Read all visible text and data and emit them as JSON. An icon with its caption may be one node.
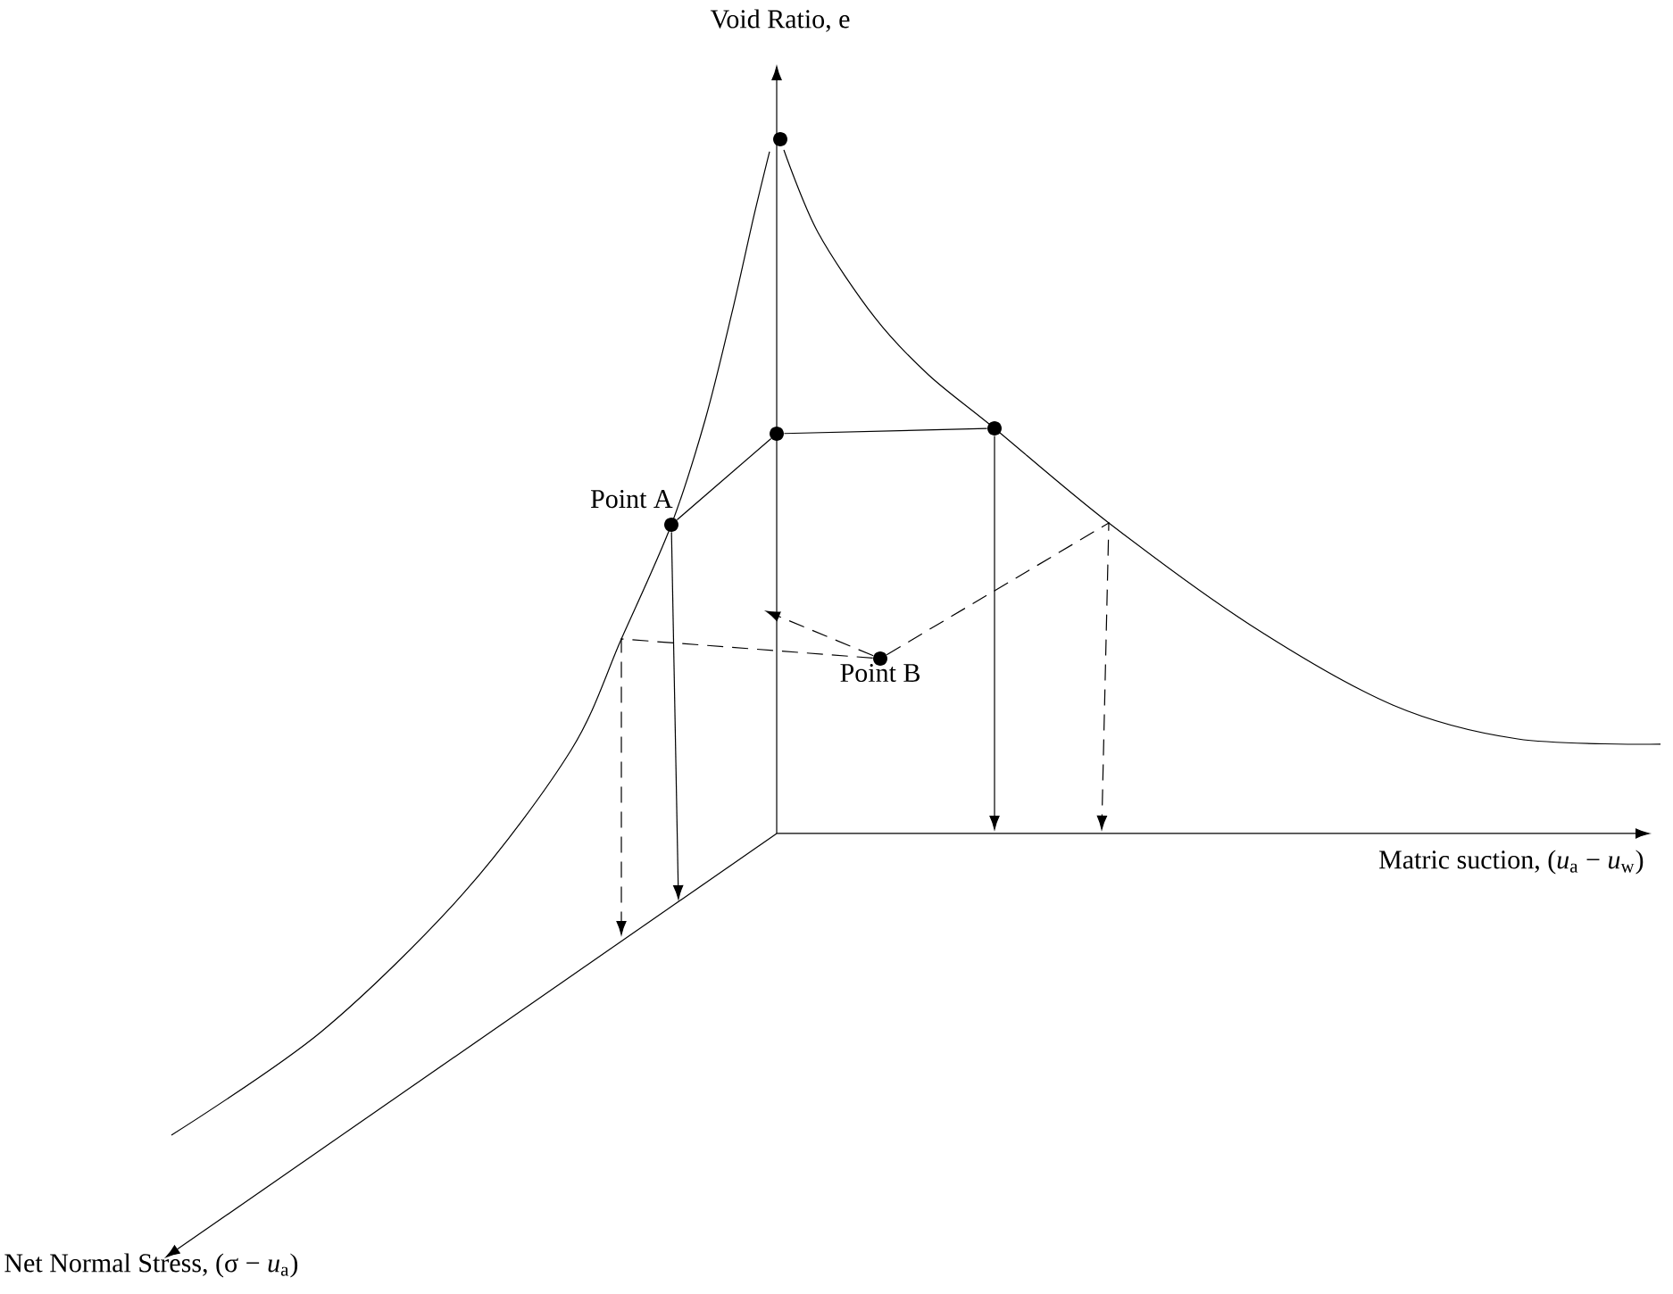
{
  "diagram": {
    "nodes": [
      {
        "text": [],
        "shape": "circle"
      },
      {
        "text": [],
        "shape": "circle"
      },
      {
        "text": [],
        "shape": "circle"
      },
      {
        "text": [
          "Point A"
        ]
      },
      {
        "text": [
          "Point B"
        ]
      }
    ],
    "edges": [
      {
        "from": 3,
        "to": 1,
        "arrow": "none"
      },
      {
        "from": 1,
        "to": 2,
        "arrow": "none"
      },
      {
        "from": 3,
        "to": null,
        "arrow": "to"
      },
      {
        "from": 2,
        "to": null,
        "arrow": "to"
      },
      {
        "from": 4,
        "to": null,
        "arrow": "to",
        "style": "dashed"
      },
      {
        "from": 4,
        "to": null,
        "arrow": "to",
        "style": "dashed"
      },
      {
        "from": 4,
        "to": null,
        "arrow": "to",
        "style": "dashed"
      }
    ],
    "labels": [
      "Void Ratio, e",
      "Matric suction, (*u*$_{a}$ − *u*$_{w}$)",
      "Net Normal Stress, (σ − *u*$_{a}$)"
    ]
  }
}
